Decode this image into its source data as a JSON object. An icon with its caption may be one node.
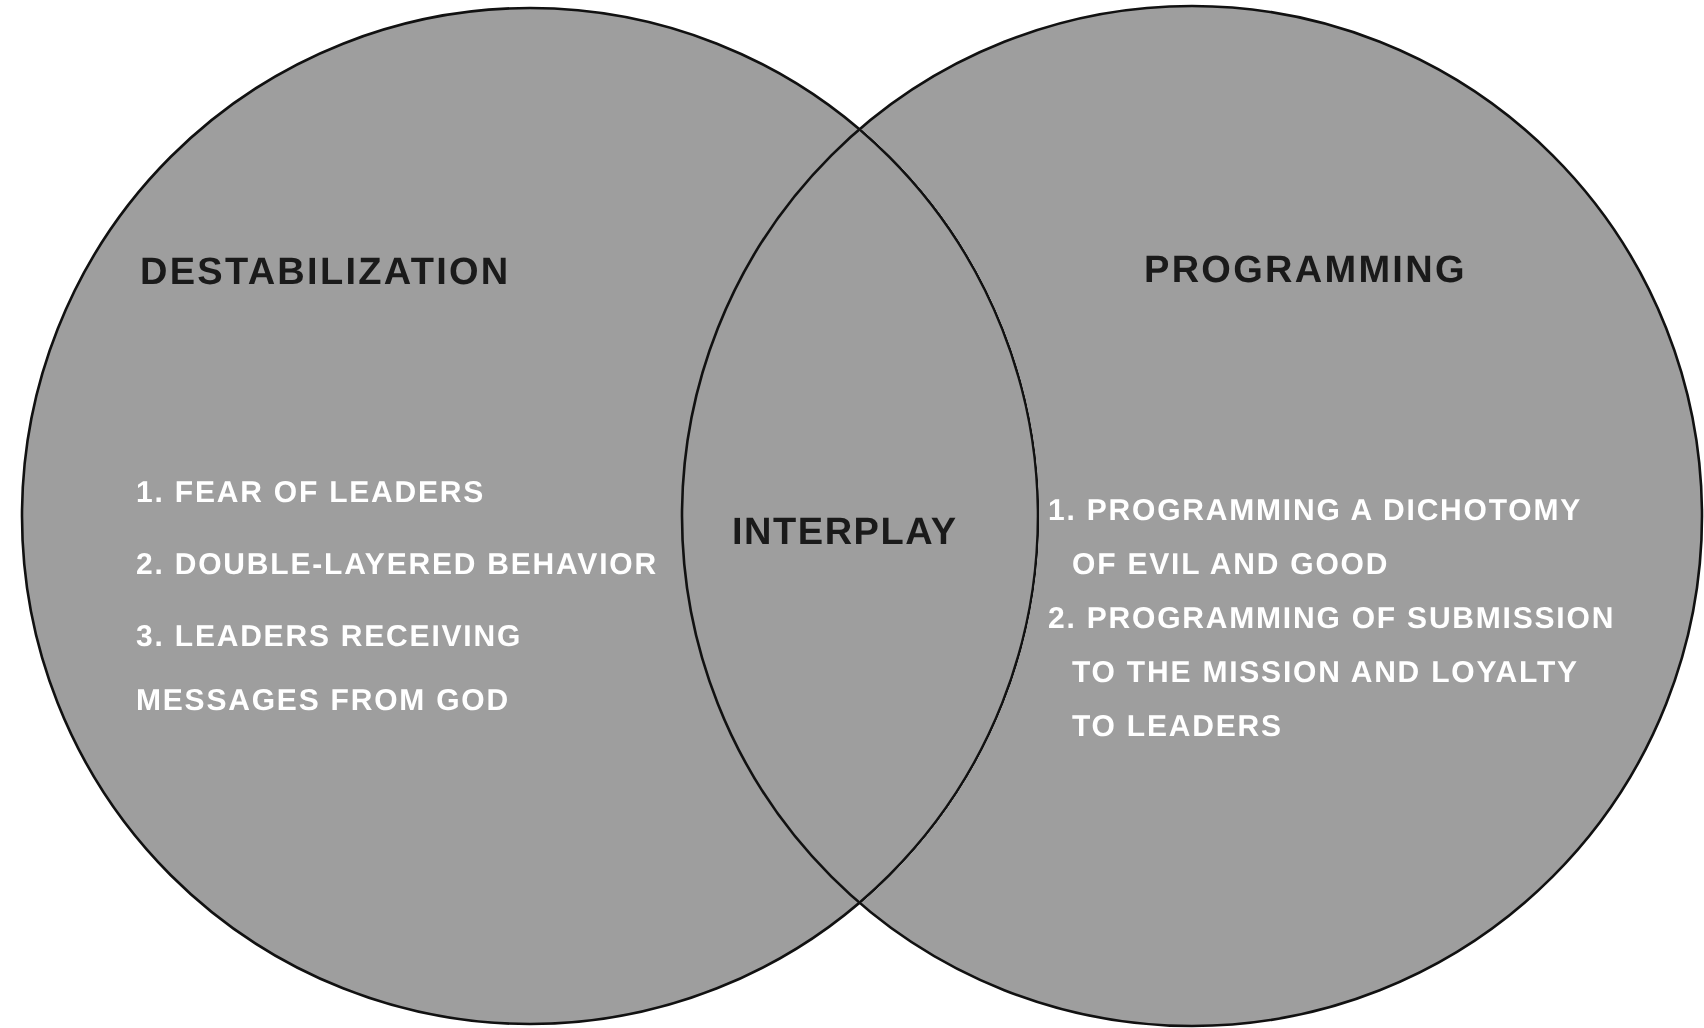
{
  "diagram": {
    "nodes": [
      {
        "text": [
          "DESTABILIZATION",
          "1. FEAR OF LEADERS",
          "2. DOUBLE-LAYERED BEHAVIOR",
          "3. LEADERS RECEIVING MESSAGES FROM GOD"
        ]
      },
      {
        "text": [
          "PROGRAMMING",
          "1. PROGRAMMING A DICHOTOMY OF EVIL AND GOOD",
          "2. PROGRAMMING OF SUBMISSION TO THE MISSION AND LOYALTY TO LEADERS"
        ]
      }
    ],
    "labels": [
      "INTERPLAY"
    ]
  }
}
